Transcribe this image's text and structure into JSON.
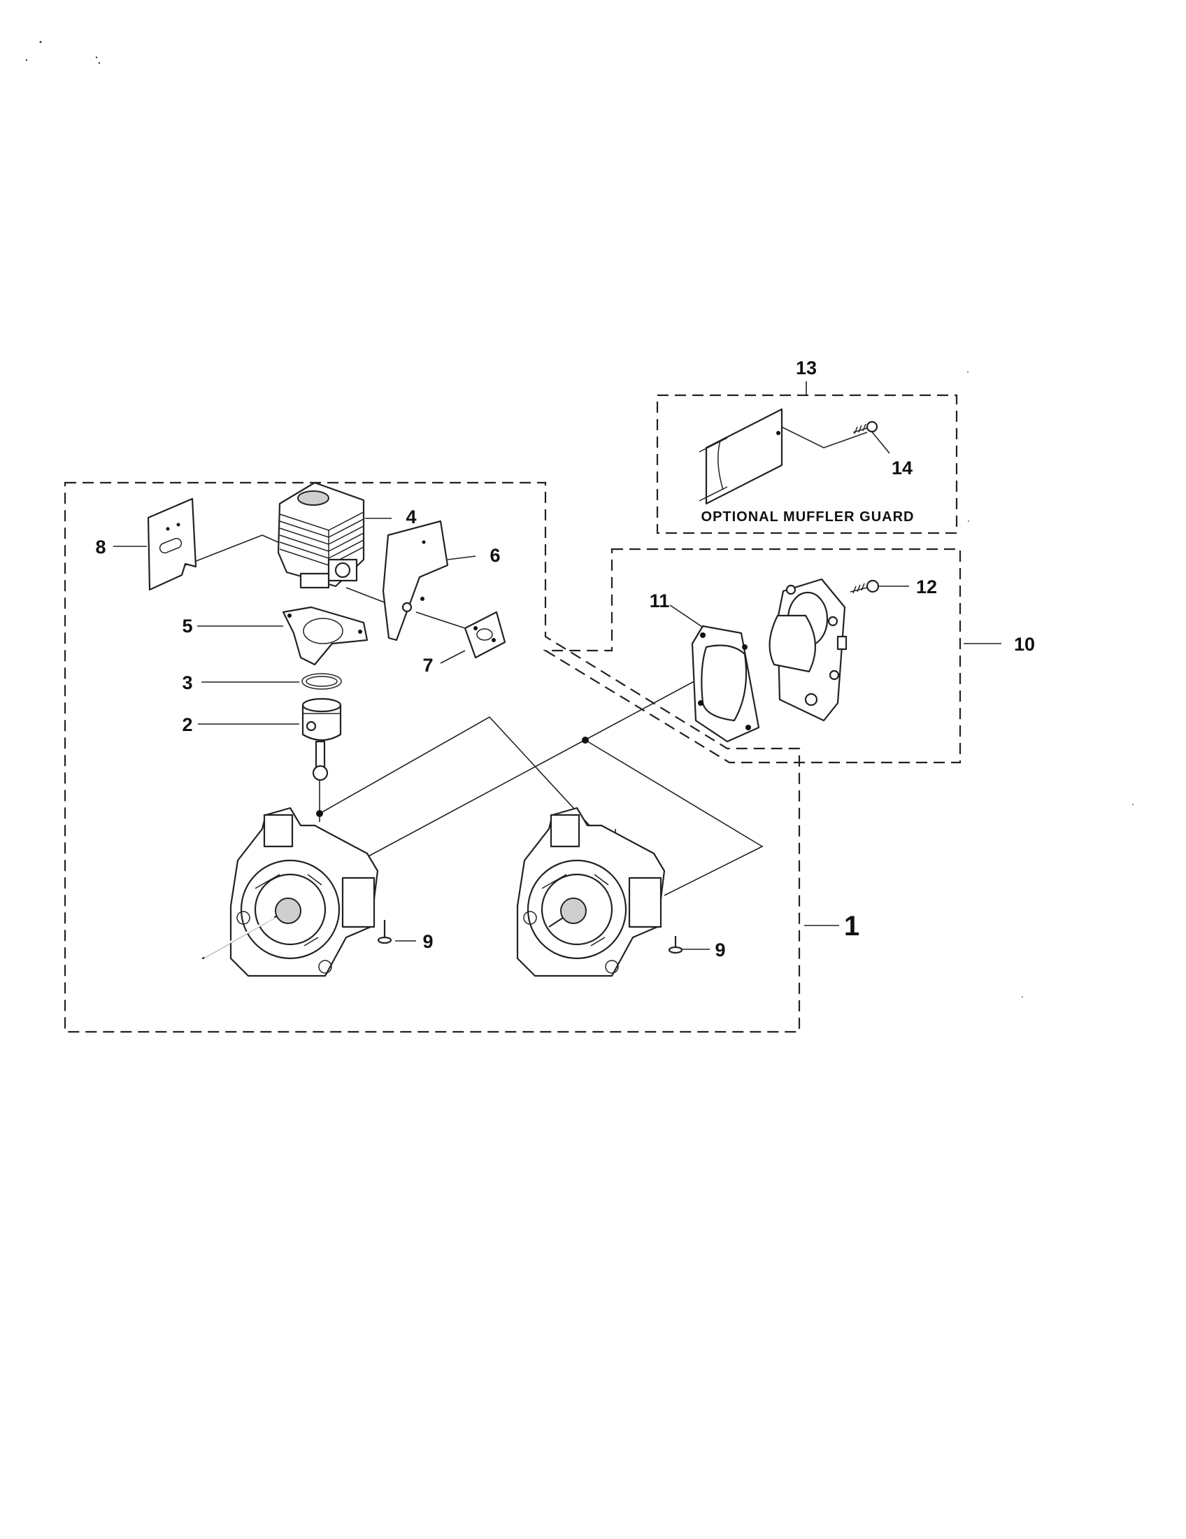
{
  "callouts": {
    "c1": "1",
    "c2": "2",
    "c3": "3",
    "c4": "4",
    "c5": "5",
    "c6": "6",
    "c7": "7",
    "c8": "8",
    "c9a": "9",
    "c9b": "9",
    "c10": "10",
    "c11": "11",
    "c12": "12",
    "c13": "13",
    "c14": "14"
  },
  "captions": {
    "muffler_guard": "OPTIONAL MUFFLER GUARD"
  }
}
